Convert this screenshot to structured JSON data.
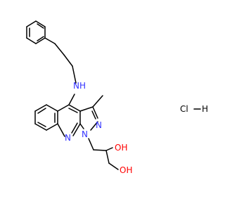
{
  "molecule": {
    "atoms": {
      "amine_nh": "NH",
      "pyrazole_n2": "N",
      "pyrazole_n1": "N",
      "quinoline_n": "N",
      "hydroxyl_1": "OH",
      "hydroxyl_2": "OH"
    },
    "salt": {
      "chloride": "Cl",
      "hydrogen": "H"
    }
  },
  "colors": {
    "bond": "#000000",
    "nitrogen": "#3333ff",
    "oxygen": "#ff0000"
  }
}
